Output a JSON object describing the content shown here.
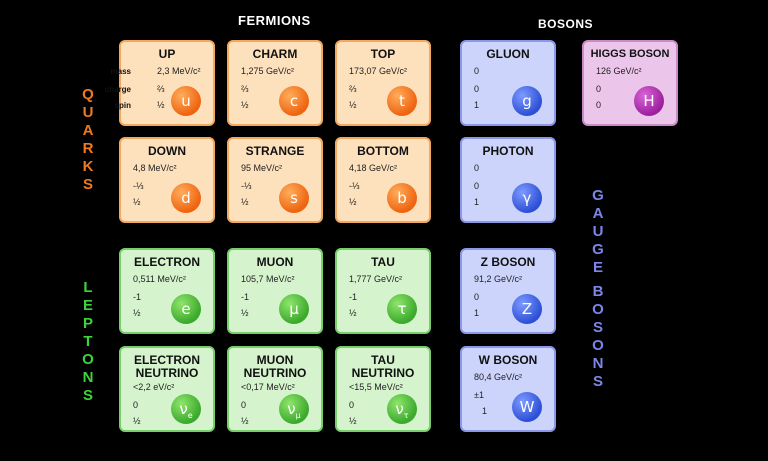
{
  "headers": {
    "fermions": "FERMIONS",
    "bosons": "BOSONS"
  },
  "side_labels": {
    "quarks": "QUARKS",
    "leptons": "LEPTONS",
    "gauge": "GAUGE",
    "bosons": "BOSONS"
  },
  "property_labels": {
    "mass": "mass",
    "charge": "charge",
    "spin": "spin"
  },
  "particles": {
    "up": {
      "name": "UP",
      "mass": "2,3 MeV/c²",
      "charge": "⅔",
      "spin": "½",
      "symbol": "u"
    },
    "charm": {
      "name": "CHARM",
      "mass": "1,275 GeV/c²",
      "charge": "⅔",
      "spin": "½",
      "symbol": "c"
    },
    "top": {
      "name": "TOP",
      "mass": "173,07 GeV/c²",
      "charge": "⅔",
      "spin": "½",
      "symbol": "t"
    },
    "gluon": {
      "name": "GLUON",
      "mass": "0",
      "charge": "0",
      "spin": "1",
      "symbol": "g"
    },
    "higgs": {
      "name": "HIGGS BOSON",
      "mass": "126 GeV/c²",
      "charge": "0",
      "spin": "0",
      "symbol": "H"
    },
    "down": {
      "name": "DOWN",
      "mass": "4,8 MeV/c²",
      "charge": "-⅓",
      "spin": "½",
      "symbol": "d"
    },
    "strange": {
      "name": "STRANGE",
      "mass": "95 MeV/c²",
      "charge": "-⅓",
      "spin": "½",
      "symbol": "s"
    },
    "bottom": {
      "name": "BOTTOM",
      "mass": "4,18 GeV/c²",
      "charge": "-⅓",
      "spin": "½",
      "symbol": "b"
    },
    "photon": {
      "name": "PHOTON",
      "mass": "0",
      "charge": "0",
      "spin": "1",
      "symbol": "γ"
    },
    "electron": {
      "name": "ELECTRON",
      "mass": "0,511 MeV/c²",
      "charge": "-1",
      "spin": "½",
      "symbol": "e"
    },
    "muon": {
      "name": "MUON",
      "mass": "105,7 MeV/c²",
      "charge": "-1",
      "spin": "½",
      "symbol": "μ"
    },
    "tau": {
      "name": "TAU",
      "mass": "1,777 GeV/c²",
      "charge": "-1",
      "spin": "½",
      "symbol": "τ"
    },
    "zboson": {
      "name": "Z BOSON",
      "mass": "91,2 GeV/c²",
      "charge": "0",
      "spin": "1",
      "symbol": "Z"
    },
    "enu": {
      "name": "ELECTRON\nNEUTRINO",
      "mass": "<2,2 eV/c²",
      "charge": "0",
      "spin": "½",
      "symbol": "ν",
      "sub": "e"
    },
    "munu": {
      "name": "MUON\nNEUTRINO",
      "mass": "<0,17 MeV/c²",
      "charge": "0",
      "spin": "½",
      "symbol": "ν",
      "sub": "μ"
    },
    "taunu": {
      "name": "TAU\nNEUTRINO",
      "mass": "<15,5 MeV/c²",
      "charge": "0",
      "spin": "½",
      "symbol": "ν",
      "sub": "τ"
    },
    "wboson": {
      "name": "W BOSON",
      "mass": "80,4 GeV/c²",
      "charge": "±1",
      "spin": "1",
      "symbol": "W"
    }
  }
}
